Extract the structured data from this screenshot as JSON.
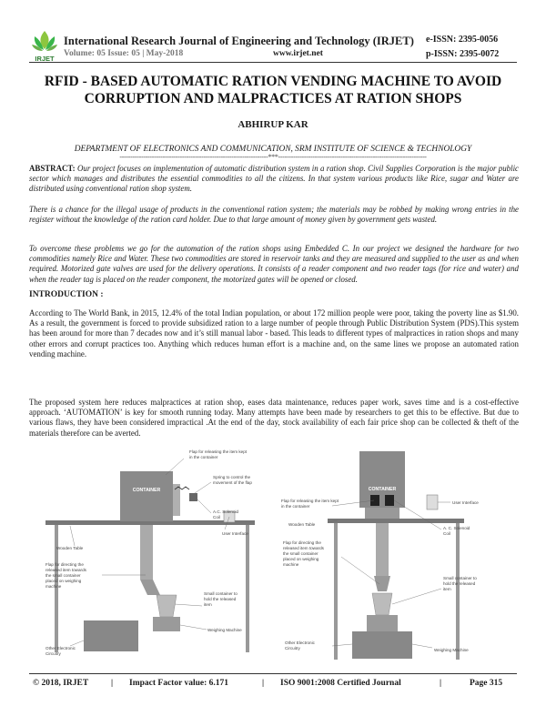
{
  "header": {
    "journal": "International Research Journal of Engineering and Technology (IRJET)",
    "volume": "Volume: 05 Issue: 05 | May-2018",
    "site": "www.irjet.net",
    "eissn": "e-ISSN: 2395-0056",
    "pissn": "p-ISSN: 2395-0072",
    "logo_text": "IRJET"
  },
  "title": {
    "line1": "RFID - BASED AUTOMATIC RATION VENDING MACHINE TO AVOID",
    "line2": "CORRUPTION AND MALPRACTICES AT RATION SHOPS"
  },
  "author": "ABHIRUP KAR",
  "department": "DEPARTMENT OF ELECTRONICS AND COMMUNICATION, SRM INSTITUTE OF SCIENCE & TECHNOLOGY",
  "separator": "---------------------------------------------------------------------***---------------------------------------------------------------------",
  "abstract": {
    "label": "ABSTRACT:",
    "p1": " Our project focuses on implementation of automatic distribution system in a ration shop. Civil Supplies Corporation is the major public sector which manages and distributes the essential commodities to all the citizens. In that system various products like Rice, sugar and Water are distributed using conventional ration shop system.",
    "p2": "There is a chance for the illegal usage of products in the conventional ration system; the materials may be robbed by making wrong entries in the register without the knowledge of the ration card holder. Due to that large amount of money given by government gets wasted.",
    "p3": "To overcome these problems we go for the automation of the ration shops using Embedded C. In our project we designed the hardware for two commodities namely Rice and Water. These two commodities are stored in reservoir tanks and they are measured and supplied to the user as and when required. Motorized gate valves are used for the delivery operations. It consists of a reader component and two reader tags (for rice and water) and when the reader tag is placed on the reader component, the motorized gates will be opened or closed."
  },
  "introduction": {
    "heading": "INTRODUCTION :",
    "p1": "According to The World Bank, in 2015, 12.4% of the total Indian population, or about 172 million people were poor, taking the poverty line as $1.90. As a result, the government is forced to provide subsidized ration to a large number of people through Public Distribution System (PDS).This system has been around for more than 7 decades now and it’s still manual labor - based. This leads to different types of malpractices in ration shops and many other errors and corrupt practices too. Anything which reduces human effort is a machine and, on the same lines we propose an automated ration vending machine.",
    "p2": "The proposed system here reduces malpractices at ration shop, eases data maintenance, reduces paper work, saves time and is a cost-effective approach. ‘AUTOMATION’ is key for smooth running today. Many attempts have been made by researchers to get this to be effective. But due to various flaws, they have been considered impractical .At the end of the day, stock availability of each fair price shop can be collected & theft of the materials therefore can be averted."
  },
  "figure_left": {
    "container": "CONTAINER",
    "flap_release": [
      "Flap for releasing the item kept",
      "in the container"
    ],
    "spring": [
      "Spring to control the",
      "movement of the flap"
    ],
    "solenoid": [
      "A.C. Solenoid",
      "Coil"
    ],
    "user_interface": "User Interface",
    "wooden_table": "Wooden Table",
    "flap_direct": [
      "Flap for directing the",
      "released item towards",
      "the small container",
      "placed on weighing",
      "machine"
    ],
    "small_container": [
      "Small container to",
      "hold the released",
      "item"
    ],
    "weighing": "Weighing Machine",
    "other": [
      "Other Electronic",
      "Circuitry"
    ]
  },
  "figure_right": {
    "container": "CONTAINER",
    "flap_release": [
      "Flap for releasing the item kept",
      "in the container"
    ],
    "user_interface": "User Interface",
    "wooden_table": "Wooden Table",
    "solenoid": [
      "A. C. Solenoid",
      "Coil"
    ],
    "flap_direct": [
      "Flap for directing the",
      "released item towards",
      "the small container",
      "placed on weighing",
      "machine"
    ],
    "small_container": [
      "Small container to",
      "hold the released",
      "item"
    ],
    "other": [
      "Other Electronic",
      "Circuitry"
    ],
    "weighing": "Weighing Machine"
  },
  "footer": {
    "copyright": "© 2018, IRJET",
    "impact": "Impact Factor value: 6.171",
    "iso": "ISO 9001:2008 Certified Journal",
    "page": "Page 315",
    "sep": "|"
  }
}
